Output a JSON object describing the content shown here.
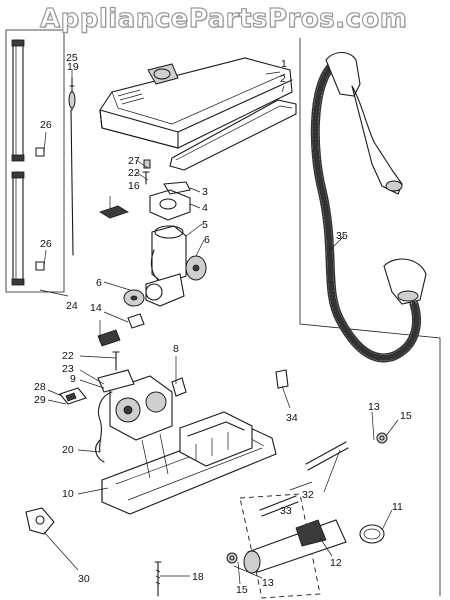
{
  "watermark": "AppliancePartsPros.com",
  "callouts": {
    "c1": "1",
    "c2": "2",
    "c3": "3",
    "c4": "4",
    "c5": "5",
    "c6a": "6",
    "c6b": "6",
    "c8": "8",
    "c9": "9",
    "c10": "10",
    "c11": "11",
    "c12": "12",
    "c13a": "13",
    "c13b": "13",
    "c14": "14",
    "c15a": "15",
    "c15b": "15",
    "c16": "16",
    "c18": "18",
    "c19": "19",
    "c20": "20",
    "c22a": "22",
    "c22b": "22",
    "c23": "23",
    "c24": "24",
    "c25": "25",
    "c26a": "26",
    "c26b": "26",
    "c27": "27",
    "c28": "28",
    "c29": "29",
    "c30": "30",
    "c32": "32",
    "c33": "33",
    "c34": "34",
    "c35": "35"
  }
}
